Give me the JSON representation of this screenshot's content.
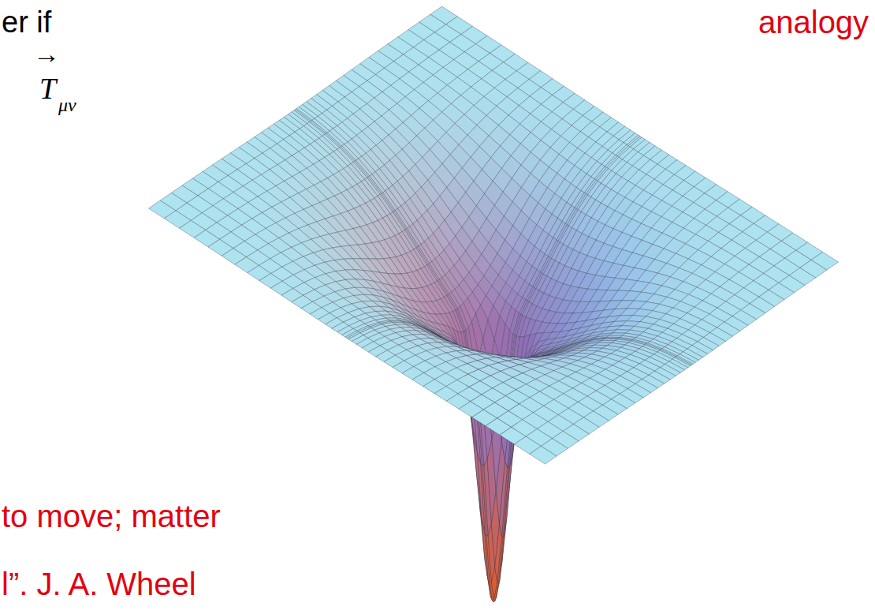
{
  "diagram": {
    "labels": [
      "er if",
      "→",
      "T",
      "μν",
      "analogy",
      "to move; matter",
      "l”. J. A. Wheel"
    ]
  }
}
